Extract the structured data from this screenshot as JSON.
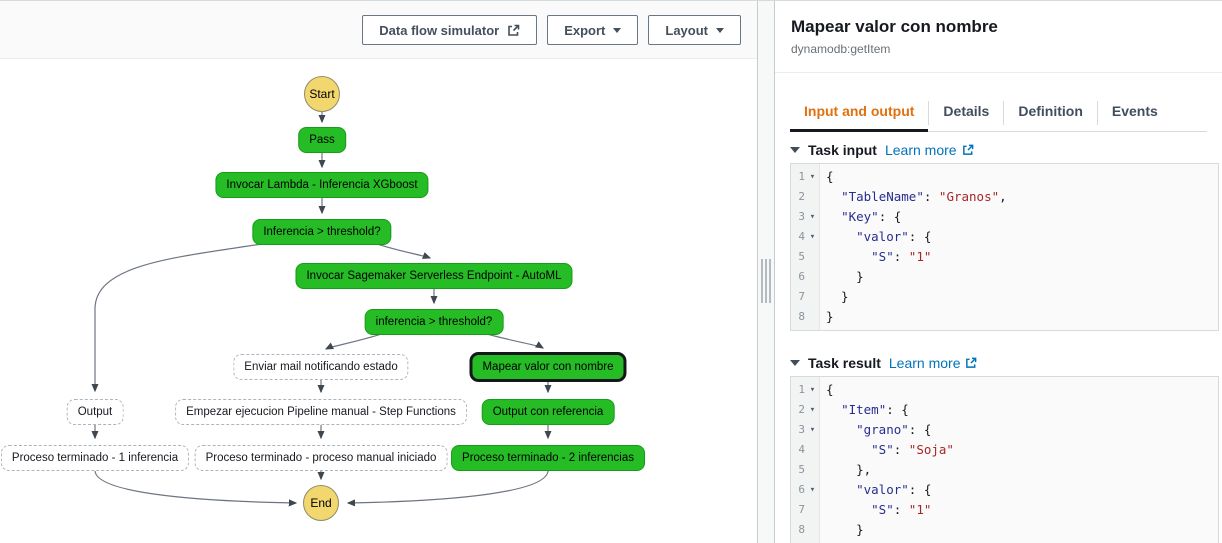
{
  "toolbar": {
    "data_flow_simulator_label": "Data flow simulator",
    "export_label": "Export",
    "layout_label": "Layout"
  },
  "diagram": {
    "nodes": [
      {
        "label": "Start"
      },
      {
        "label": "Pass"
      },
      {
        "label": "Invocar Lambda - Inferencia XGboost"
      },
      {
        "label": "Inferencia > threshold?"
      },
      {
        "label": "Invocar Sagemaker Serverless Endpoint - AutoML"
      },
      {
        "label": "inferencia > threshold?"
      },
      {
        "label": "Enviar mail notificando estado"
      },
      {
        "label": "Mapear valor con nombre"
      },
      {
        "label": "Output"
      },
      {
        "label": "Empezar ejecucion Pipeline manual - Step Functions"
      },
      {
        "label": "Output con referencia"
      },
      {
        "label": "Proceso terminado - 1 inferencia"
      },
      {
        "label": "Proceso terminado - proceso manual iniciado"
      },
      {
        "label": "Proceso terminado - 2 inferencias"
      },
      {
        "label": "End"
      }
    ]
  },
  "panel": {
    "title": "Mapear valor con nombre",
    "subtitle": "dynamodb:getItem",
    "tabs": [
      {
        "label": "Input and output"
      },
      {
        "label": "Details"
      },
      {
        "label": "Definition"
      },
      {
        "label": "Events"
      }
    ],
    "task_input": {
      "label": "Task input",
      "learn_more": "Learn more",
      "lines": [
        {
          "a": true,
          "t": [
            {
              "c": "pn",
              "x": "{"
            }
          ]
        },
        {
          "a": false,
          "t": [
            {
              "c": "pn",
              "x": "  "
            },
            {
              "c": "key",
              "x": "\"TableName\""
            },
            {
              "c": "pn",
              "x": ": "
            },
            {
              "c": "str",
              "x": "\"Granos\""
            },
            {
              "c": "pn",
              "x": ","
            }
          ]
        },
        {
          "a": true,
          "t": [
            {
              "c": "pn",
              "x": "  "
            },
            {
              "c": "key",
              "x": "\"Key\""
            },
            {
              "c": "pn",
              "x": ": {"
            }
          ]
        },
        {
          "a": true,
          "t": [
            {
              "c": "pn",
              "x": "    "
            },
            {
              "c": "key",
              "x": "\"valor\""
            },
            {
              "c": "pn",
              "x": ": {"
            }
          ]
        },
        {
          "a": false,
          "t": [
            {
              "c": "pn",
              "x": "      "
            },
            {
              "c": "key",
              "x": "\"S\""
            },
            {
              "c": "pn",
              "x": ": "
            },
            {
              "c": "str",
              "x": "\"1\""
            }
          ]
        },
        {
          "a": false,
          "t": [
            {
              "c": "pn",
              "x": "    }"
            }
          ]
        },
        {
          "a": false,
          "t": [
            {
              "c": "pn",
              "x": "  }"
            }
          ]
        },
        {
          "a": false,
          "t": [
            {
              "c": "pn",
              "x": "}"
            }
          ]
        }
      ]
    },
    "task_result": {
      "label": "Task result",
      "learn_more": "Learn more",
      "lines": [
        {
          "a": true,
          "t": [
            {
              "c": "pn",
              "x": "{"
            }
          ]
        },
        {
          "a": true,
          "t": [
            {
              "c": "pn",
              "x": "  "
            },
            {
              "c": "key",
              "x": "\"Item\""
            },
            {
              "c": "pn",
              "x": ": {"
            }
          ]
        },
        {
          "a": true,
          "t": [
            {
              "c": "pn",
              "x": "    "
            },
            {
              "c": "key",
              "x": "\"grano\""
            },
            {
              "c": "pn",
              "x": ": {"
            }
          ]
        },
        {
          "a": false,
          "t": [
            {
              "c": "pn",
              "x": "      "
            },
            {
              "c": "key",
              "x": "\"S\""
            },
            {
              "c": "pn",
              "x": ": "
            },
            {
              "c": "str",
              "x": "\"Soja\""
            }
          ]
        },
        {
          "a": false,
          "t": [
            {
              "c": "pn",
              "x": "    },"
            }
          ]
        },
        {
          "a": true,
          "t": [
            {
              "c": "pn",
              "x": "    "
            },
            {
              "c": "key",
              "x": "\"valor\""
            },
            {
              "c": "pn",
              "x": ": {"
            }
          ]
        },
        {
          "a": false,
          "t": [
            {
              "c": "pn",
              "x": "      "
            },
            {
              "c": "key",
              "x": "\"S\""
            },
            {
              "c": "pn",
              "x": ": "
            },
            {
              "c": "str",
              "x": "\"1\""
            }
          ]
        },
        {
          "a": false,
          "t": [
            {
              "c": "pn",
              "x": "    }"
            }
          ]
        },
        {
          "a": false,
          "t": [
            {
              "c": "pn",
              "x": "  },"
            }
          ]
        }
      ]
    }
  },
  "colors": {
    "accent_orange": "#e1700f",
    "link_blue": "#0073bb",
    "node_green": "#25bc25",
    "node_yellow": "#f2d66e",
    "json_key_blue": "#282d8f",
    "json_string_red": "#a62626"
  }
}
